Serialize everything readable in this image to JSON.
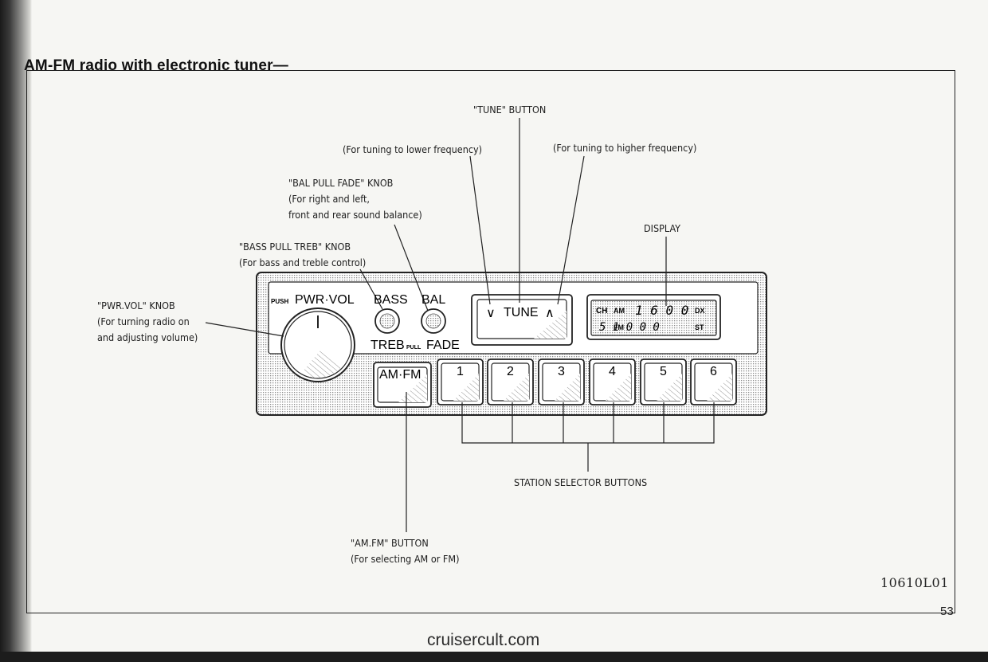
{
  "title": "AM-FM radio with electronic tuner—",
  "callouts": {
    "tune_button": "\"TUNE\" BUTTON",
    "tune_lower": "(For tuning to lower frequency)",
    "tune_higher": "(For tuning to higher frequency)",
    "bal_knob": {
      "name": "\"BAL PULL FADE\" KNOB",
      "desc1": "(For right and left,",
      "desc2": "front and rear sound balance)"
    },
    "bass_knob": {
      "name": "\"BASS PULL TREB\" KNOB",
      "desc": "(For bass and treble control)"
    },
    "display": "DISPLAY",
    "pwr_knob": {
      "name": "\"PWR.VOL\" KNOB",
      "desc1": "(For turning radio on",
      "desc2": "and adjusting volume)"
    },
    "station_buttons": "STATION SELECTOR BUTTONS",
    "amfm_button": {
      "name": "\"AM.FM\" BUTTON",
      "desc": "(For selecting AM or FM)"
    }
  },
  "radio": {
    "push_label": "PUSH",
    "pwr_vol_label": "PWR·VOL",
    "bass_label": "BASS",
    "bal_label": "BAL",
    "treb_label": "TREB",
    "pull_label": "PULL",
    "fade_label": "FADE",
    "tune_label": "TUNE",
    "tune_down_icon": "∨",
    "tune_up_icon": "∧",
    "display": {
      "ch": "CH",
      "am": "AM",
      "fm": "FM",
      "dx": "DX",
      "st": "ST",
      "digits_top": "1 6 0 0",
      "digits_bottom": "5 1 0 0 0"
    },
    "amfm_label": "AM·FM",
    "presets": [
      "1",
      "2",
      "3",
      "4",
      "5",
      "6"
    ]
  },
  "figure_id": "10610L01",
  "page_number": "53",
  "watermark": "cruisercult.com"
}
